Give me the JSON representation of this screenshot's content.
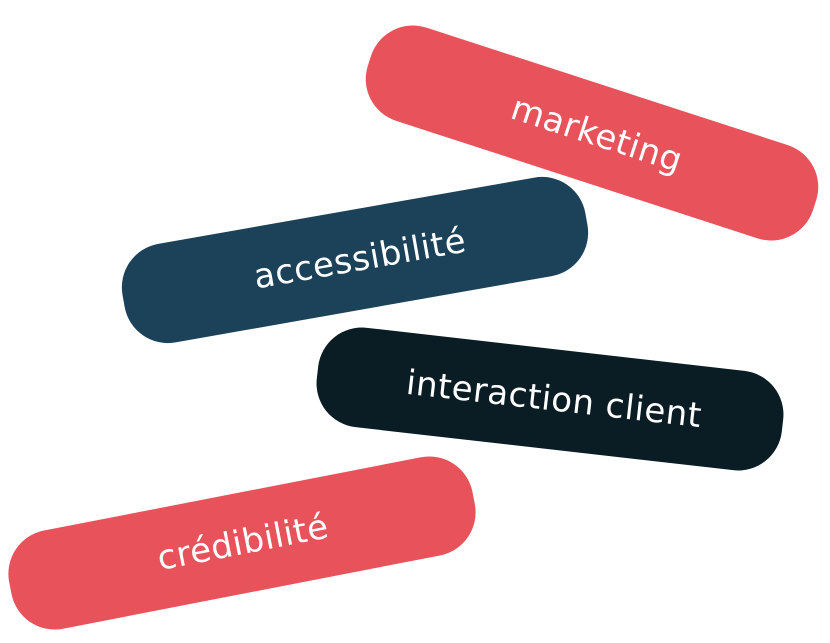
{
  "colors": {
    "coral": "#e8535b",
    "navy": "#1c4259",
    "dark": "#0a1c24",
    "text": "#ffffff"
  },
  "pills": [
    {
      "label": "marketing",
      "color": "coral"
    },
    {
      "label": "accessibilité",
      "color": "navy"
    },
    {
      "label": "interaction client",
      "color": "dark"
    },
    {
      "label": "crédibilité",
      "color": "coral"
    }
  ]
}
